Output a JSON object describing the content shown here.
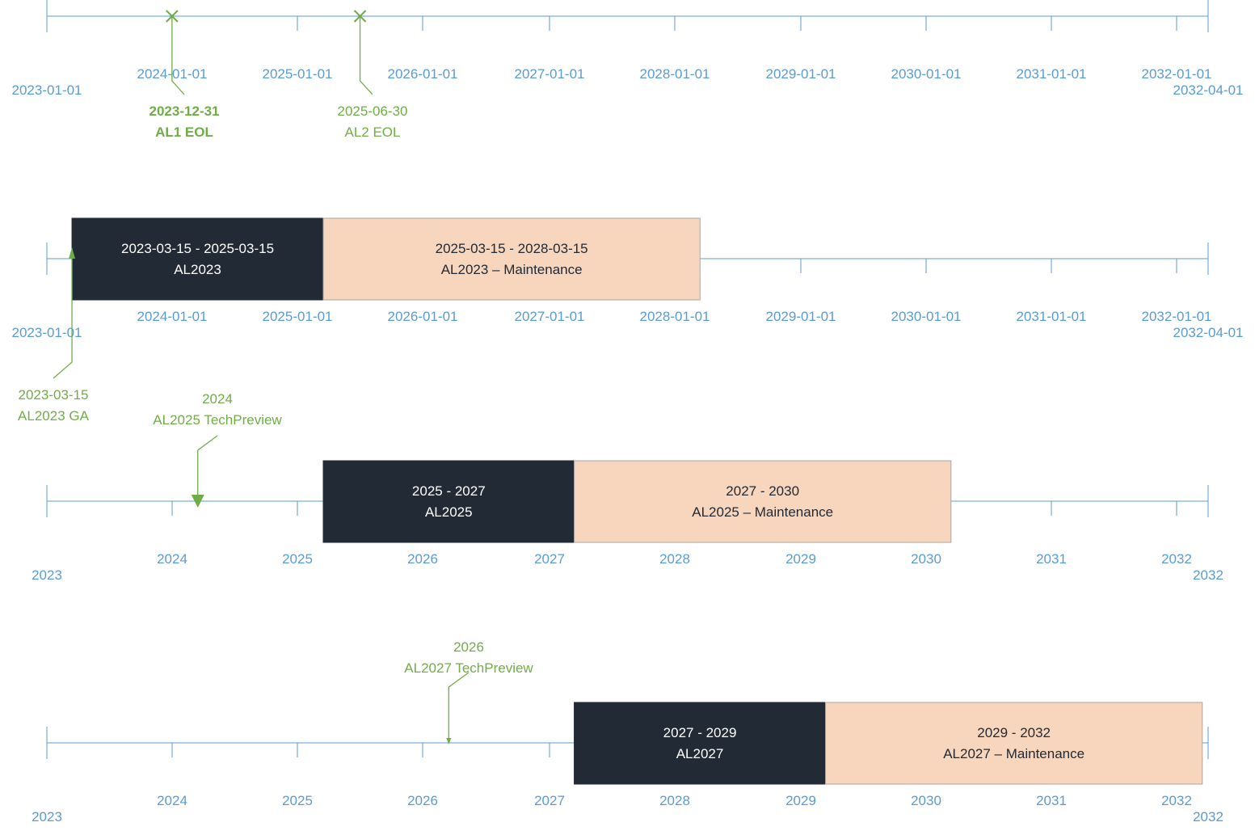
{
  "colors": {
    "axis": "#5b9bd5",
    "milestone": "#70ad47",
    "dark_bar": "#222a35",
    "light_bar": "#f8d5bd",
    "light_bar_border": "#a6a6a6"
  },
  "timelines": [
    {
      "id": "eol",
      "start_label": "2023-01-01",
      "end_label": "2032-04-01",
      "year_labels": [
        "2024-01-01",
        "2025-01-01",
        "2026-01-01",
        "2027-01-01",
        "2028-01-01",
        "2029-01-01",
        "2030-01-01",
        "2031-01-01",
        "2032-01-01"
      ],
      "bars": [],
      "milestones": [
        {
          "date": "2023-12-31",
          "name": "AL1 EOL",
          "marker": "x-icon",
          "bold": true
        },
        {
          "date": "2025-06-30",
          "name": "AL2 EOL",
          "marker": "x-icon",
          "bold": false
        }
      ]
    },
    {
      "id": "al2023",
      "start_label": "2023-01-01",
      "end_label": "2032-04-01",
      "year_labels": [
        "2024-01-01",
        "2025-01-01",
        "2026-01-01",
        "2027-01-01",
        "2028-01-01",
        "2029-01-01",
        "2030-01-01",
        "2031-01-01",
        "2032-01-01"
      ],
      "bars": [
        {
          "start": "2023-03-15",
          "end": "2025-03-15",
          "range": "2023-03-15 - 2025-03-15",
          "name": "AL2023",
          "style": "dark"
        },
        {
          "start": "2025-03-15",
          "end": "2028-03-15",
          "range": "2025-03-15 - 2028-03-15",
          "name": "AL2023 – Maintenance",
          "style": "light"
        }
      ],
      "milestones": [
        {
          "date": "2023-03-15",
          "name": "AL2023 GA",
          "label": "2023-03-15",
          "marker": "triangle-icon"
        }
      ]
    },
    {
      "id": "al2025",
      "start_label": "2023",
      "end_label": "2032",
      "year_labels": [
        "2024",
        "2025",
        "2026",
        "2027",
        "2028",
        "2029",
        "2030",
        "2031",
        "2032"
      ],
      "bars": [
        {
          "start": "2025-03-15",
          "end": "2027-03-15",
          "range": "2025 - 2027",
          "name": "AL2025",
          "style": "dark"
        },
        {
          "start": "2027-03-15",
          "end": "2030-03-15",
          "range": "2027 - 2030",
          "name": "AL2025 – Maintenance",
          "style": "light"
        }
      ],
      "milestones": [
        {
          "date": "2024-03-15",
          "name": "AL2025 TechPreview",
          "label": "2024",
          "marker": "triangle-icon"
        }
      ]
    },
    {
      "id": "al2027",
      "start_label": "2023",
      "end_label": "2032",
      "year_labels": [
        "2024",
        "2025",
        "2026",
        "2027",
        "2028",
        "2029",
        "2030",
        "2031",
        "2032"
      ],
      "bars": [
        {
          "start": "2027-03-15",
          "end": "2029-03-15",
          "range": "2027 - 2029",
          "name": "AL2027",
          "style": "dark"
        },
        {
          "start": "2029-03-15",
          "end": "2032-03-15",
          "range": "2029 - 2032",
          "name": "AL2027 – Maintenance",
          "style": "light"
        }
      ],
      "milestones": [
        {
          "date": "2026-03-15",
          "name": "AL2027 TechPreview",
          "label": "2026",
          "marker": "triangle-icon"
        }
      ]
    }
  ]
}
